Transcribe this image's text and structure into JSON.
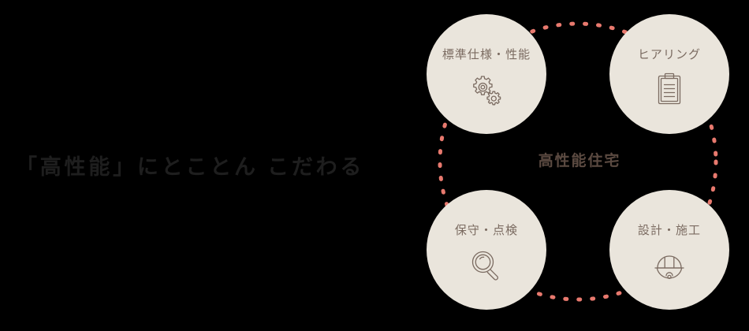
{
  "page": {
    "background_color": "#000000"
  },
  "headline": {
    "text": "「高性能」にとことん こだわる",
    "color": "#1e1e1e"
  },
  "diagram": {
    "center_label": "高性能住宅",
    "center_label_color": "#5b4a41",
    "circle_fill_color": "#eae5dc",
    "label_color": "#7b6b61",
    "icon_stroke_color": "#7b6b61",
    "connector_color": "#e8796e",
    "connector_style": "dotted-circle",
    "nodes": [
      {
        "id": "standard-spec",
        "position": "top-left",
        "label": "標準仕様・性能",
        "icon": "gears-icon"
      },
      {
        "id": "hearing",
        "position": "top-right",
        "label": "ヒアリング",
        "icon": "clipboard-icon"
      },
      {
        "id": "maintenance",
        "position": "bottom-left",
        "label": "保守・点検",
        "icon": "magnifier-icon"
      },
      {
        "id": "design-construction",
        "position": "bottom-right",
        "label": "設計・施工",
        "icon": "hardhat-icon"
      }
    ]
  }
}
